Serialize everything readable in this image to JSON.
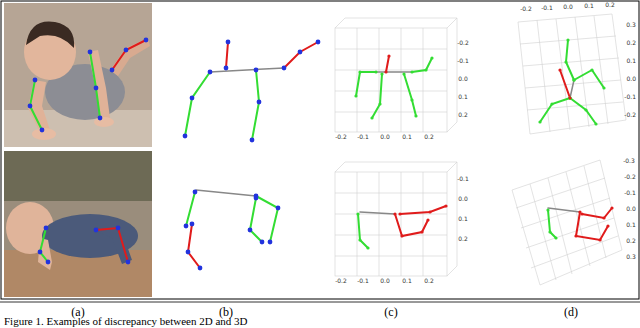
{
  "diagram": {
    "caption": "Figure 1. Examples of discrepancy between 2D and 3D",
    "labels": [
      "(a)",
      "(b)",
      "(c)",
      "(d)",
      "-0.2",
      "-0.1",
      "0.0",
      "0.1",
      "0.2",
      "-0.2",
      "-0.1",
      "0.0",
      "0.1",
      "0.2",
      "-0.2",
      "-0.1",
      "0.0",
      "0.1",
      "0.2",
      "0.3",
      "0.2",
      "0.1",
      "0.0",
      "-0.1",
      "-0.2",
      "-0.1",
      "0.0",
      "0.1",
      "0.2",
      "-0.2",
      "-0.1",
      "0.0",
      "0.1",
      "0.2",
      "-0.3",
      "-0.2",
      "-0.1",
      "0.0",
      "0.1",
      "0.2",
      "0.3"
    ]
  }
}
